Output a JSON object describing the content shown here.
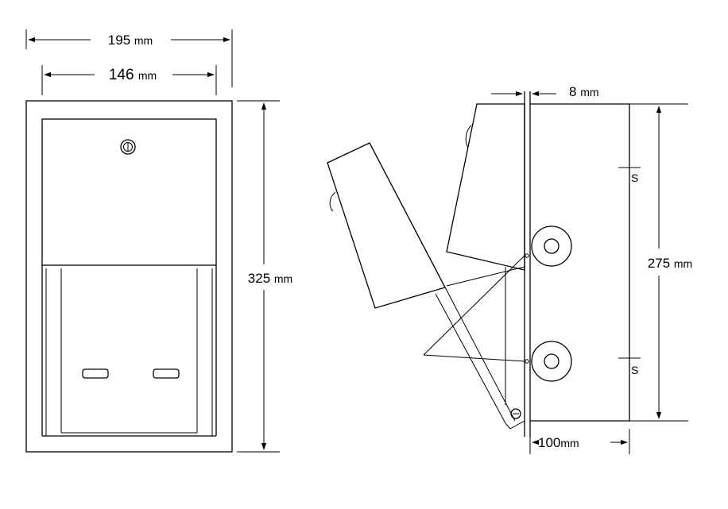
{
  "front_view": {
    "overall_width": {
      "value": "195",
      "unit": "mm"
    },
    "body_width": {
      "value": "146",
      "unit": "mm"
    },
    "height": {
      "value": "325",
      "unit": "mm"
    }
  },
  "side_view": {
    "flange_thickness": {
      "value": "8",
      "unit": "mm"
    },
    "height": {
      "value": "275",
      "unit": "mm"
    },
    "depth": {
      "value": "100",
      "unit": "mm"
    },
    "screw_marker": "S"
  }
}
